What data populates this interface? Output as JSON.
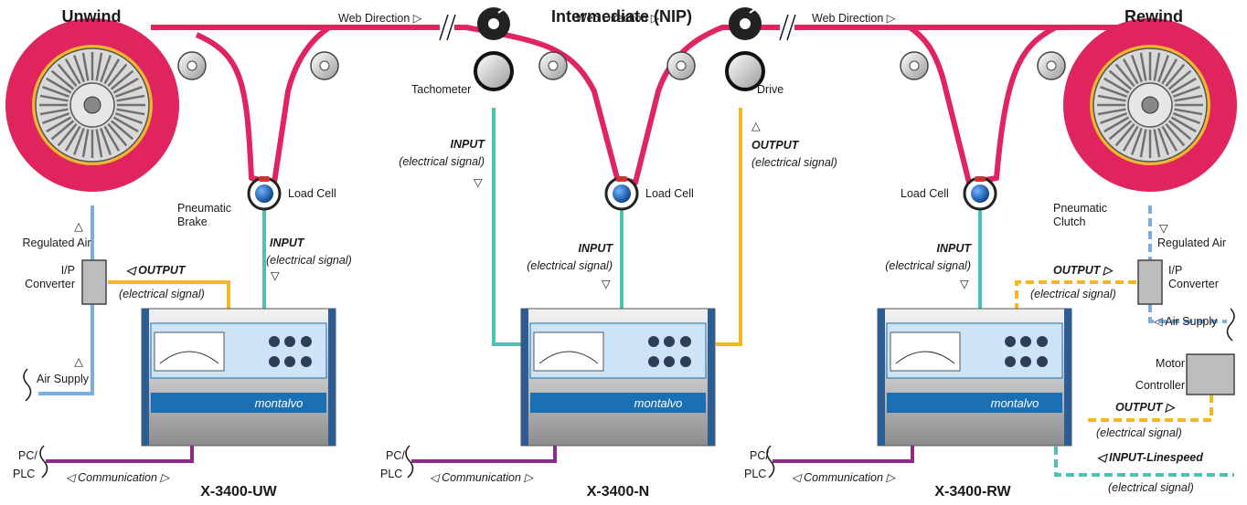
{
  "sections": {
    "unwind": "Unwind",
    "intermediate": "Intermediate (NIP)",
    "rewind": "Rewind"
  },
  "web_direction": "Web Direction",
  "labels": {
    "pneumatic_brake": [
      "Pneumatic",
      "Brake"
    ],
    "pneumatic_clutch": [
      "Pneumatic",
      "Clutch"
    ],
    "load_cell": "Load Cell",
    "tachometer": "Tachometer",
    "drive": "Drive",
    "regulated_air": "Regulated Air",
    "ip_converter": [
      "I/P",
      "Converter"
    ],
    "air_supply": "Air Supply",
    "input": "INPUT",
    "output": "OUTPUT",
    "electrical_signal": "(electrical signal)",
    "pc_plc": [
      "PC/",
      "PLC"
    ],
    "communication": "Communication",
    "motor_controller": [
      "Motor",
      "Controller"
    ],
    "input_linespeed": "INPUT-Linespeed"
  },
  "controllers": {
    "uw": "X-3400-UW",
    "n": "X-3400-N",
    "rw": "X-3400-RW",
    "brand": "montalvo"
  },
  "colors": {
    "web": "#e0245e",
    "input_signal": "#4fc1b4",
    "output_signal": "#f5b81c",
    "air": "#7aaee0",
    "communication": "#8e2a8c",
    "panel_blue": "#1b6fb3"
  }
}
